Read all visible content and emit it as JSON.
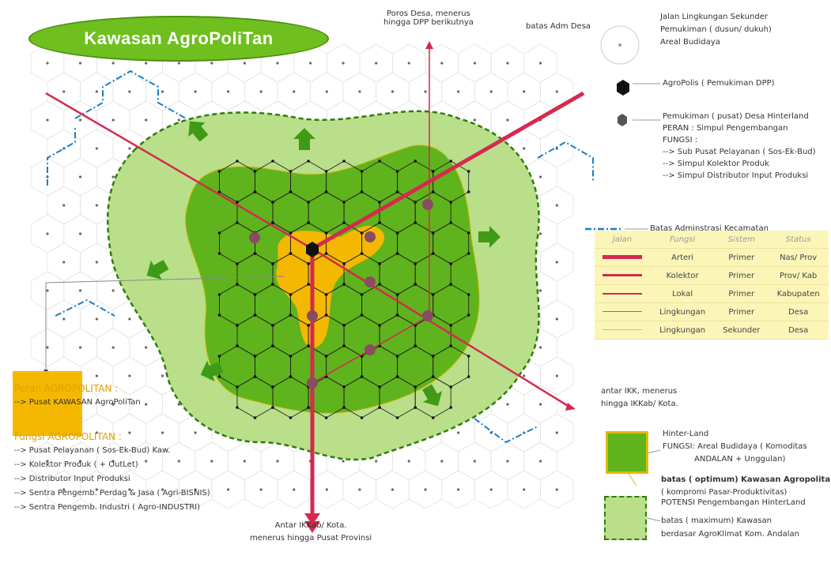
{
  "title": "Kawasan AgroPoliTan",
  "top_label": [
    "Poros Desa, menerus",
    "hingga DPP berikutnya"
  ],
  "batas_adm": "batas Adm Desa",
  "legend_top": [
    "Jalan Lingkungan Sekunder",
    "Pemukiman ( dusun/ dukuh)",
    "Areal Budidaya"
  ],
  "agropolis": "AgroPolis ( Pemukiman DPP)",
  "pemukiman": [
    "Pemukiman ( pusat) Desa Hinterland",
    "PERAN : Simpul Pengembangan",
    "FUNGSI :",
    "--> Sub Pusat Pelayanan ( Sos-Ek-Bud)",
    "--> Simpul Kolektor Produk",
    "--> Simpul Distributor Input Produksi"
  ],
  "batas_kec": "Batas Adminstrasi Kecamatan",
  "table": {
    "headers": [
      "Jalan",
      "Fungsi",
      "Sistem",
      "Status"
    ],
    "rows": [
      {
        "fungsi": "Arteri",
        "sistem": "Primer",
        "status": "Nas/ Prov"
      },
      {
        "fungsi": "Kolektor",
        "sistem": "Primer",
        "status": "Prov/ Kab"
      },
      {
        "fungsi": "Lokal",
        "sistem": "Primer",
        "status": "Kabupaten"
      },
      {
        "fungsi": "Lingkungan",
        "sistem": "Primer",
        "status": "Desa"
      },
      {
        "fungsi": "Lingkungan",
        "sistem": "Sekunder",
        "status": "Desa"
      }
    ]
  },
  "right_label": [
    "antar IKK, menerus",
    "hingga IKKab/ Kota."
  ],
  "bottom_label": [
    "Antar IKKab/ Kota.",
    "menerus hingga Pusat Provinsi"
  ],
  "hinterland": [
    "Hinter-Land",
    "FUNGSI: Areal Budidaya ( Komoditas",
    "ANDALAN + Unggulan)"
  ],
  "batas_opt": [
    "batas ( optimum) Kawasan Agropolitan",
    "( kompromi Pasar-Produktivitas)"
  ],
  "potensi": [
    "POTENSI Pengembangan HinterLand",
    "batas ( maximum) Kawasan",
    "berdasar AgroKlimat Kom. Andalan"
  ],
  "peran_title": "Peran AGROPOLITAN :",
  "peran_item": "--> Pusat KAWASAN AgroPoliTan",
  "fungsi_title": "Fungsi AGROPOLITAN :",
  "fungsi_items": [
    "--> Pusat Pelayanan ( Sos-Ek-Bud) Kaw.",
    "--> Kolektor Produk ( + OutLet)",
    "--> Distributor Input Produksi",
    "--> Sentra Pengemb. Perdag & Jasa ( Agri-BISNIS)",
    "--> Sentra Pengemb. Industri ( Agro-INDUSTRI)"
  ],
  "colors": {
    "arteri": "#d42a4f",
    "light_green": "#b9df8a",
    "green": "#5fb31c",
    "orange": "#f5b800",
    "blue": "#1a7fc4"
  }
}
